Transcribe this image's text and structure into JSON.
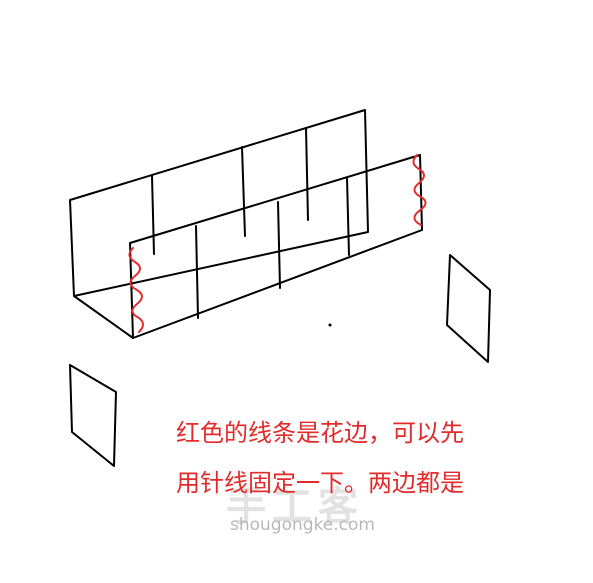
{
  "annotation": {
    "line1": "红色的线条是花边，可以先",
    "line2": "用针线固定一下。两边都是",
    "color": "#e22b2b"
  },
  "watermark": {
    "logo": "手工客",
    "site": "shougongke.com"
  },
  "colors": {
    "ink": "#000000",
    "lace": "#e22b2b",
    "background": "#ffffff"
  }
}
